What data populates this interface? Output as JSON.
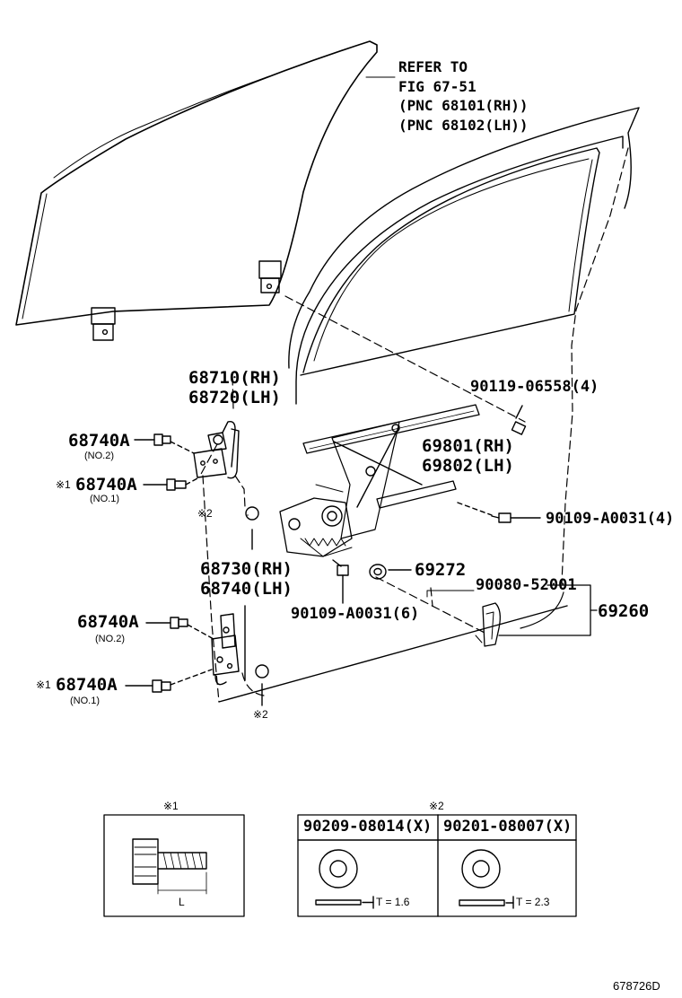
{
  "refer_note": [
    "REFER TO",
    "FIG 67-51",
    "(PNC 68101(RH))",
    "(PNC 68102(LH))"
  ],
  "parts": {
    "hinge_upper": [
      "68710(RH)",
      "68720(LH)"
    ],
    "hinge_lower": [
      "68730(RH)",
      "68740(LH)"
    ],
    "bolt_no2_top": {
      "number": "68740A",
      "note": "(NO.2)"
    },
    "bolt_no1_top": {
      "mark": "※1",
      "number": "68740A",
      "note": "(NO.1)"
    },
    "bolt_no2_bottom": {
      "number": "68740A",
      "note": "(NO.2)"
    },
    "bolt_no1_bottom": {
      "mark": "※1",
      "number": "68740A",
      "note": "(NO.1)"
    },
    "washer_mark_upper": "※2",
    "washer_mark_lower": "※2",
    "regulator": [
      "69801(RH)",
      "69802(LH)"
    ],
    "bolt_top_right": "90119-06558(4)",
    "bolt_mid_right": "90109-A0031(4)",
    "bolt_bottom": "90109-A0031(6)",
    "grommet": "69272",
    "clip": "90080-52001",
    "handle": "69260"
  },
  "detail_1": {
    "mark": "※1",
    "dimension": "L"
  },
  "detail_2": {
    "mark": "※2",
    "columns": [
      {
        "part": "90209-08014(X)",
        "thickness": "T = 1.6"
      },
      {
        "part": "90201-08007(X)",
        "thickness": "T = 2.3"
      }
    ]
  },
  "figure_code": "678726D"
}
